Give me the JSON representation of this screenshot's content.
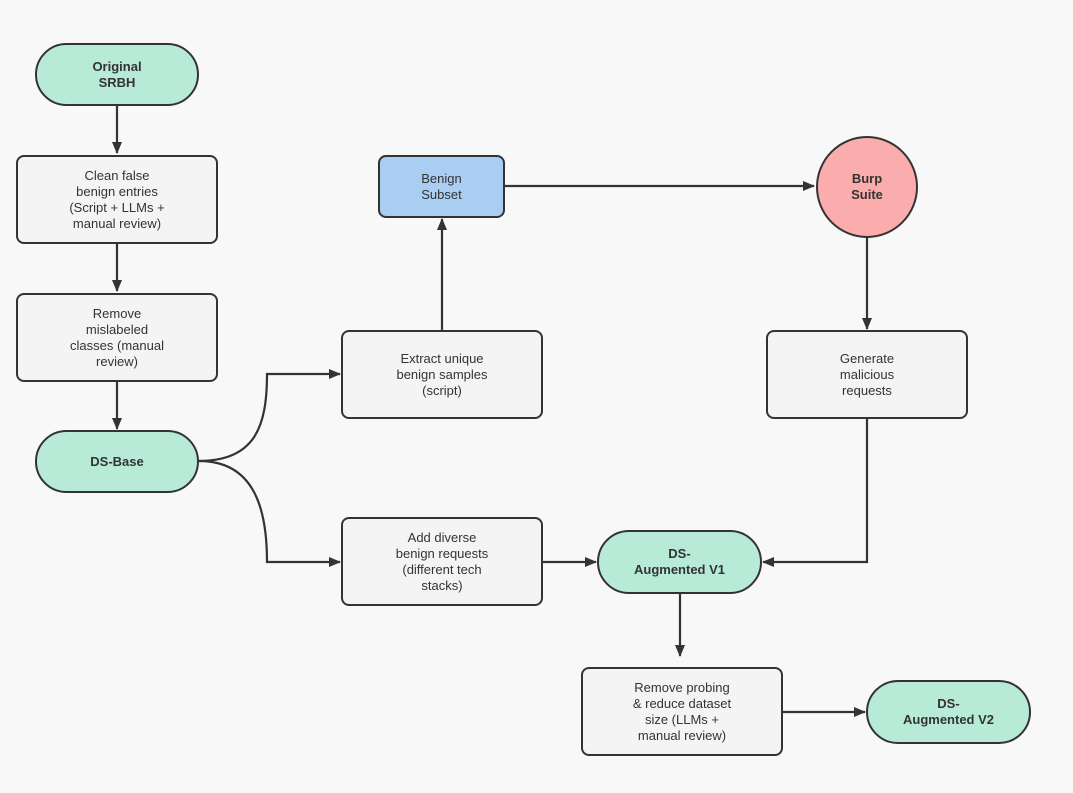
{
  "diagram": {
    "nodes": {
      "original_srbh": {
        "label": "Original\nSRBH",
        "kind": "terminal",
        "color": "#b8ead8"
      },
      "clean_false_benign": {
        "label": "Clean false\nbenign entries\n(Script + LLMs +\nmanual review)",
        "kind": "process",
        "color": "#f4f4f4"
      },
      "remove_mislabeled": {
        "label": "Remove\nmislabeled\nclasses (manual\nreview)",
        "kind": "process",
        "color": "#f4f4f4"
      },
      "ds_base": {
        "label": "DS-Base",
        "kind": "terminal",
        "color": "#b8ead8"
      },
      "extract_unique": {
        "label": "Extract unique\nbenign samples\n(script)",
        "kind": "process",
        "color": "#f4f4f4"
      },
      "benign_subset": {
        "label": "Benign\nSubset",
        "kind": "data",
        "color": "#a9cef2"
      },
      "burp_suite": {
        "label": "Burp\nSuite",
        "kind": "tool",
        "color": "#fbadad"
      },
      "generate_malicious": {
        "label": "Generate\nmalicious\nrequests",
        "kind": "process",
        "color": "#f4f4f4"
      },
      "add_diverse": {
        "label": "Add diverse\nbenign requests\n(different tech\nstacks)",
        "kind": "process",
        "color": "#f4f4f4"
      },
      "ds_augmented_v1": {
        "label": "DS-\nAugmented V1",
        "kind": "terminal",
        "color": "#b8ead8"
      },
      "remove_probing": {
        "label": "Remove probing\n& reduce dataset\nsize (LLMs +\nmanual review)",
        "kind": "process",
        "color": "#f4f4f4"
      },
      "ds_augmented_v2": {
        "label": "DS-\nAugmented V2",
        "kind": "terminal",
        "color": "#b8ead8"
      }
    },
    "edges": [
      {
        "from": "original_srbh",
        "to": "clean_false_benign"
      },
      {
        "from": "clean_false_benign",
        "to": "remove_mislabeled"
      },
      {
        "from": "remove_mislabeled",
        "to": "ds_base"
      },
      {
        "from": "ds_base",
        "to": "extract_unique"
      },
      {
        "from": "ds_base",
        "to": "add_diverse"
      },
      {
        "from": "extract_unique",
        "to": "benign_subset"
      },
      {
        "from": "benign_subset",
        "to": "burp_suite"
      },
      {
        "from": "burp_suite",
        "to": "generate_malicious"
      },
      {
        "from": "generate_malicious",
        "to": "ds_augmented_v1"
      },
      {
        "from": "add_diverse",
        "to": "ds_augmented_v1"
      },
      {
        "from": "ds_augmented_v1",
        "to": "remove_probing"
      },
      {
        "from": "remove_probing",
        "to": "ds_augmented_v2"
      }
    ],
    "line_color": "#333333"
  }
}
